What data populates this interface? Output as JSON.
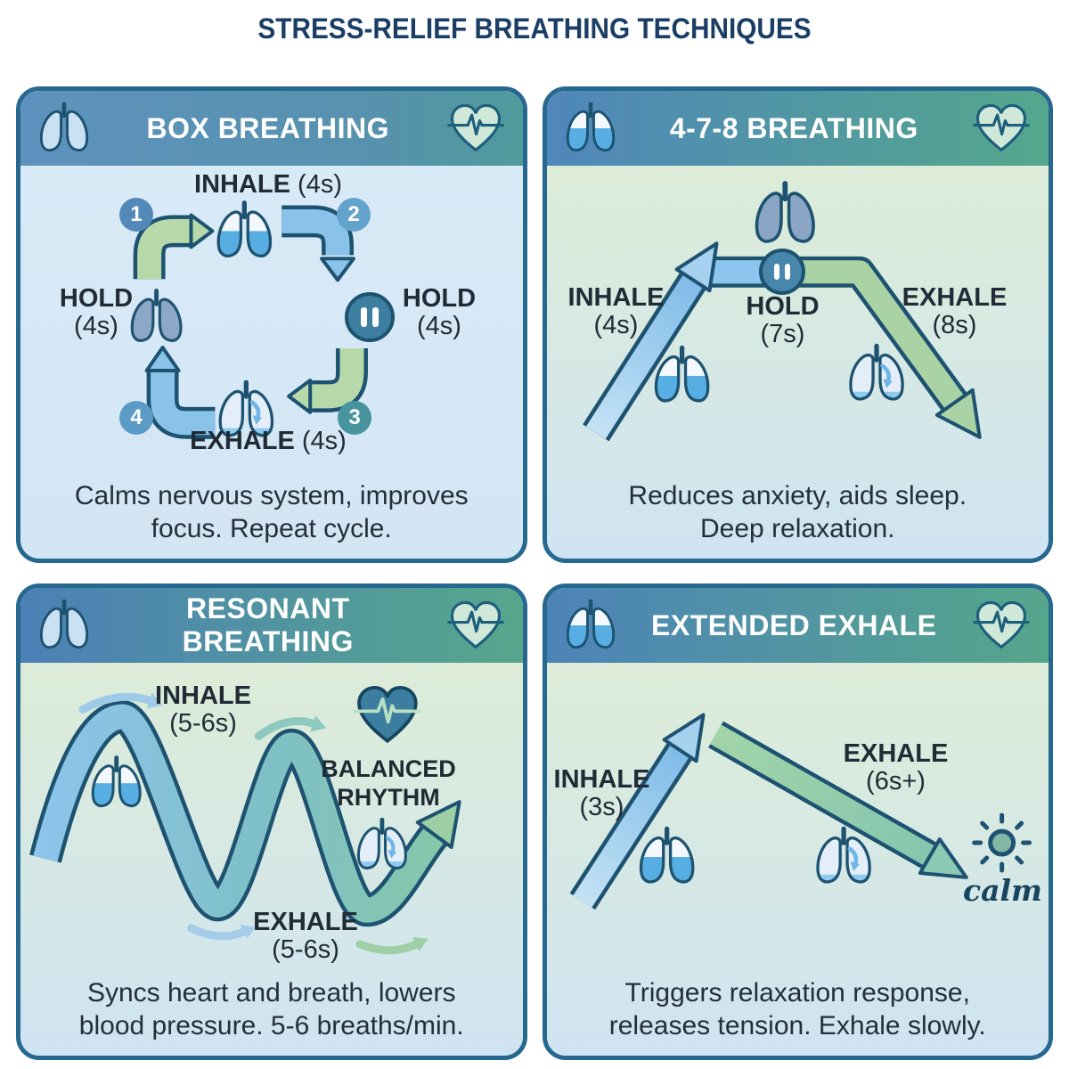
{
  "title": "STRESS-RELIEF BREATHING TECHNIQUES",
  "panels": {
    "box": {
      "title": "BOX BREATHING",
      "labels": {
        "inhale": {
          "name": "INHALE",
          "time": "(4s)"
        },
        "hold_right": {
          "name": "HOLD",
          "time": "(4s)"
        },
        "exhale": {
          "name": "EXHALE",
          "time": "(4s)"
        },
        "hold_left": {
          "name": "HOLD",
          "time": "(4s)"
        }
      },
      "steps": {
        "s1": "1",
        "s2": "2",
        "s3": "3",
        "s4": "4"
      },
      "caption": "Calms nervous system, improves\nfocus. Repeat cycle."
    },
    "breathing478": {
      "title": "4-7-8 BREATHING",
      "labels": {
        "inhale": {
          "name": "INHALE",
          "time": "(4s)"
        },
        "hold": {
          "name": "HOLD",
          "time": "(7s)"
        },
        "exhale": {
          "name": "EXHALE",
          "time": "(8s)"
        }
      },
      "caption": "Reduces anxiety, aids sleep.\nDeep relaxation."
    },
    "resonant": {
      "title": "RESONANT BREATHING",
      "labels": {
        "inhale": {
          "name": "INHALE",
          "time": "(5-6s)"
        },
        "exhale": {
          "name": "EXHALE",
          "time": "(5-6s)"
        }
      },
      "badge": "BALANCED\nRHYTHM",
      "caption": "Syncs heart and breath, lowers\nblood pressure. 5-6 breaths/min."
    },
    "extended": {
      "title": "EXTENDED EXHALE",
      "labels": {
        "inhale": {
          "name": "INHALE",
          "time": "(3s)"
        },
        "exhale": {
          "name": "EXHALE",
          "time": "(6s+)"
        }
      },
      "calm": "calm",
      "caption": "Triggers relaxation response,\nreleases tension. Exhale slowly."
    }
  },
  "colors": {
    "title_text": "#1b3e64",
    "panel_border": "#27688f",
    "outline_dark": "#1d5270",
    "header_blue": "#4f87ba",
    "header_green": "#54a78c",
    "body_blue": "#d9eaf7",
    "body_green": "#dcecd8",
    "arrow_blue": "#8ac3ea",
    "arrow_green": "#b7d9aa",
    "lung_liquid": "#57aee2",
    "step1": "#5289b8",
    "step2": "#64a3cb",
    "step3": "#48949e",
    "step4": "#5b9cc6",
    "pause_fill": "#3c7fa0",
    "heart_light": "#cfe8d8",
    "heart_dark": "#3b7e9f"
  }
}
